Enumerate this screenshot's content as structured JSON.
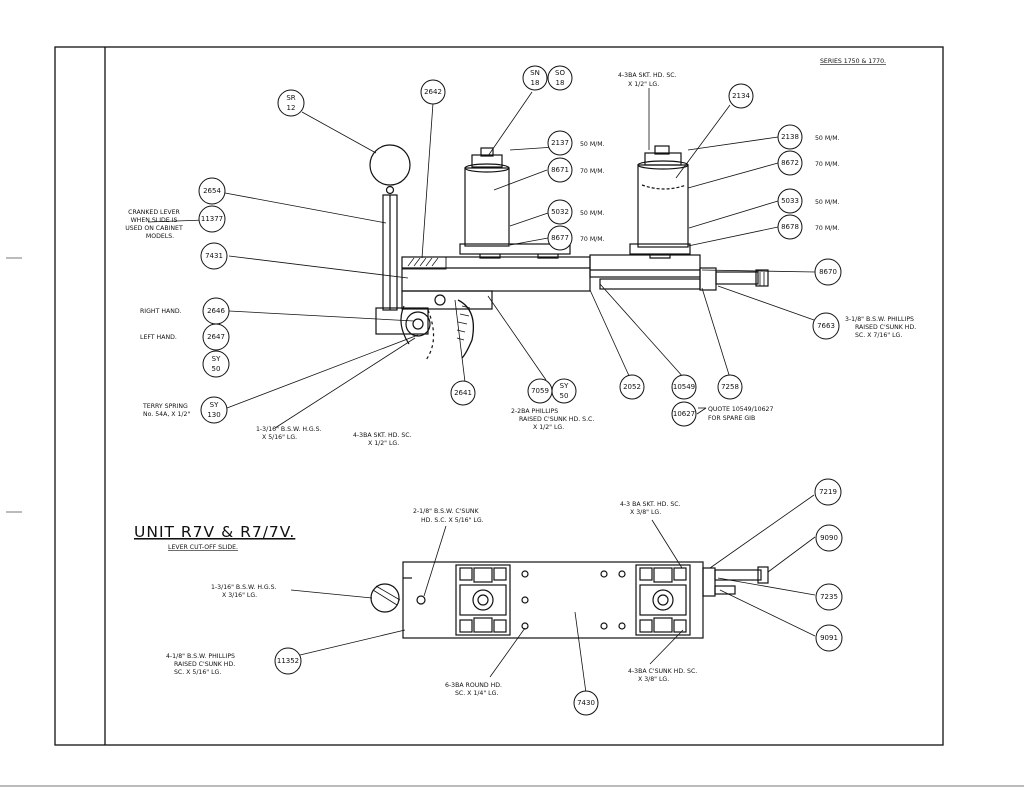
{
  "header": {
    "series": "SERIES 1750 & 1770."
  },
  "title": {
    "unit": "UNIT  R7V & R7/7V.",
    "subtitle": "LEVER CUT-OFF SLIDE."
  },
  "balloons": {
    "sr12": [
      "SR",
      "12"
    ],
    "sn18": [
      "SN",
      "18"
    ],
    "so18": [
      "SO",
      "18"
    ],
    "b2642": "2642",
    "b2134": "2134",
    "b2137": "2137",
    "b8671": "8671",
    "b5032": "5032",
    "b8677": "8677",
    "b2138": "2138",
    "b8672": "8672",
    "b5033": "5033",
    "b8678": "8678",
    "b2654": "2654",
    "b11377": "11377",
    "b7431": "7431",
    "b8670": "8670",
    "b2646": "2646",
    "b2647": "2647",
    "sy50a": [
      "SY",
      "50"
    ],
    "sy130": [
      "SY",
      "130"
    ],
    "b7663": "7663",
    "b2641": "2641",
    "b7059": "7059",
    "sy50b": [
      "SY",
      "50"
    ],
    "b2052": "2052",
    "b10549": "10549",
    "b7258": "7258",
    "b10627": "10627",
    "b7219": "7219",
    "b9090": "9090",
    "b7235": "7235",
    "b9091": "9091",
    "b11352": "11352",
    "b7430": "7430"
  },
  "sizes": {
    "s2137": "50 M/M.",
    "s8671": "70 M/M.",
    "s5032": "50 M/M.",
    "s8677": "70 M/M.",
    "s2138": "50 M/M.",
    "s8672": "70 M/M.",
    "s5033": "50 M/M.",
    "s8678": "70 M/M."
  },
  "notes": {
    "sktTop": [
      "4-3BA SKT. HD. SC.",
      "X 1/2\" LG."
    ],
    "cranked": [
      "CRANKED LEVER",
      "WHEN SLIDE IS",
      "USED ON CABINET",
      "MODELS."
    ],
    "rightHand": "RIGHT HAND.",
    "leftHand": "LEFT HAND.",
    "terry": [
      "TERRY SPRING",
      "No. 54A, X 1/2\""
    ],
    "phillipsRight": [
      "3-1/8\" B.S.W. PHILLIPS",
      "RAISED C'SUNK HD.",
      "SC. X 7/16\" LG."
    ],
    "hgs516": [
      "1-3/16\" B.S.W. H.G.S.",
      "X 5/16\" LG."
    ],
    "skt4": [
      "4-3BA SKT. HD. SC.",
      "X 1/2\" LG."
    ],
    "twoBa": [
      "2-2BA PHILLIPS",
      "RAISED C'SUNK HD. S.C.",
      "X 1/2\" LG."
    ],
    "quote": [
      "QUOTE 10549/10627",
      "FOR SPARE GIB"
    ],
    "csunk218": [
      "2-1/8\" B.S.W. C'SUNK",
      "HD. S.C. X 5/16\" LG."
    ],
    "skt38": [
      "4-3 BA SKT. HD. SC.",
      "X 3/8\" LG."
    ],
    "hgs316": [
      "1-3/16\" B.S.W. H.G.S.",
      "X 3/16\" LG."
    ],
    "phillipsLeft": [
      "4-1/8\" B.S.W. PHILLIPS",
      "RAISED C'SUNK HD.",
      "SC. X 5/16\" LG."
    ],
    "round": [
      "6-3BA ROUND HD.",
      "SC. X 1/4\" LG."
    ],
    "csunk38": [
      "4-3BA C'SUNK HD. SC.",
      "X 3/8\" LG."
    ]
  }
}
